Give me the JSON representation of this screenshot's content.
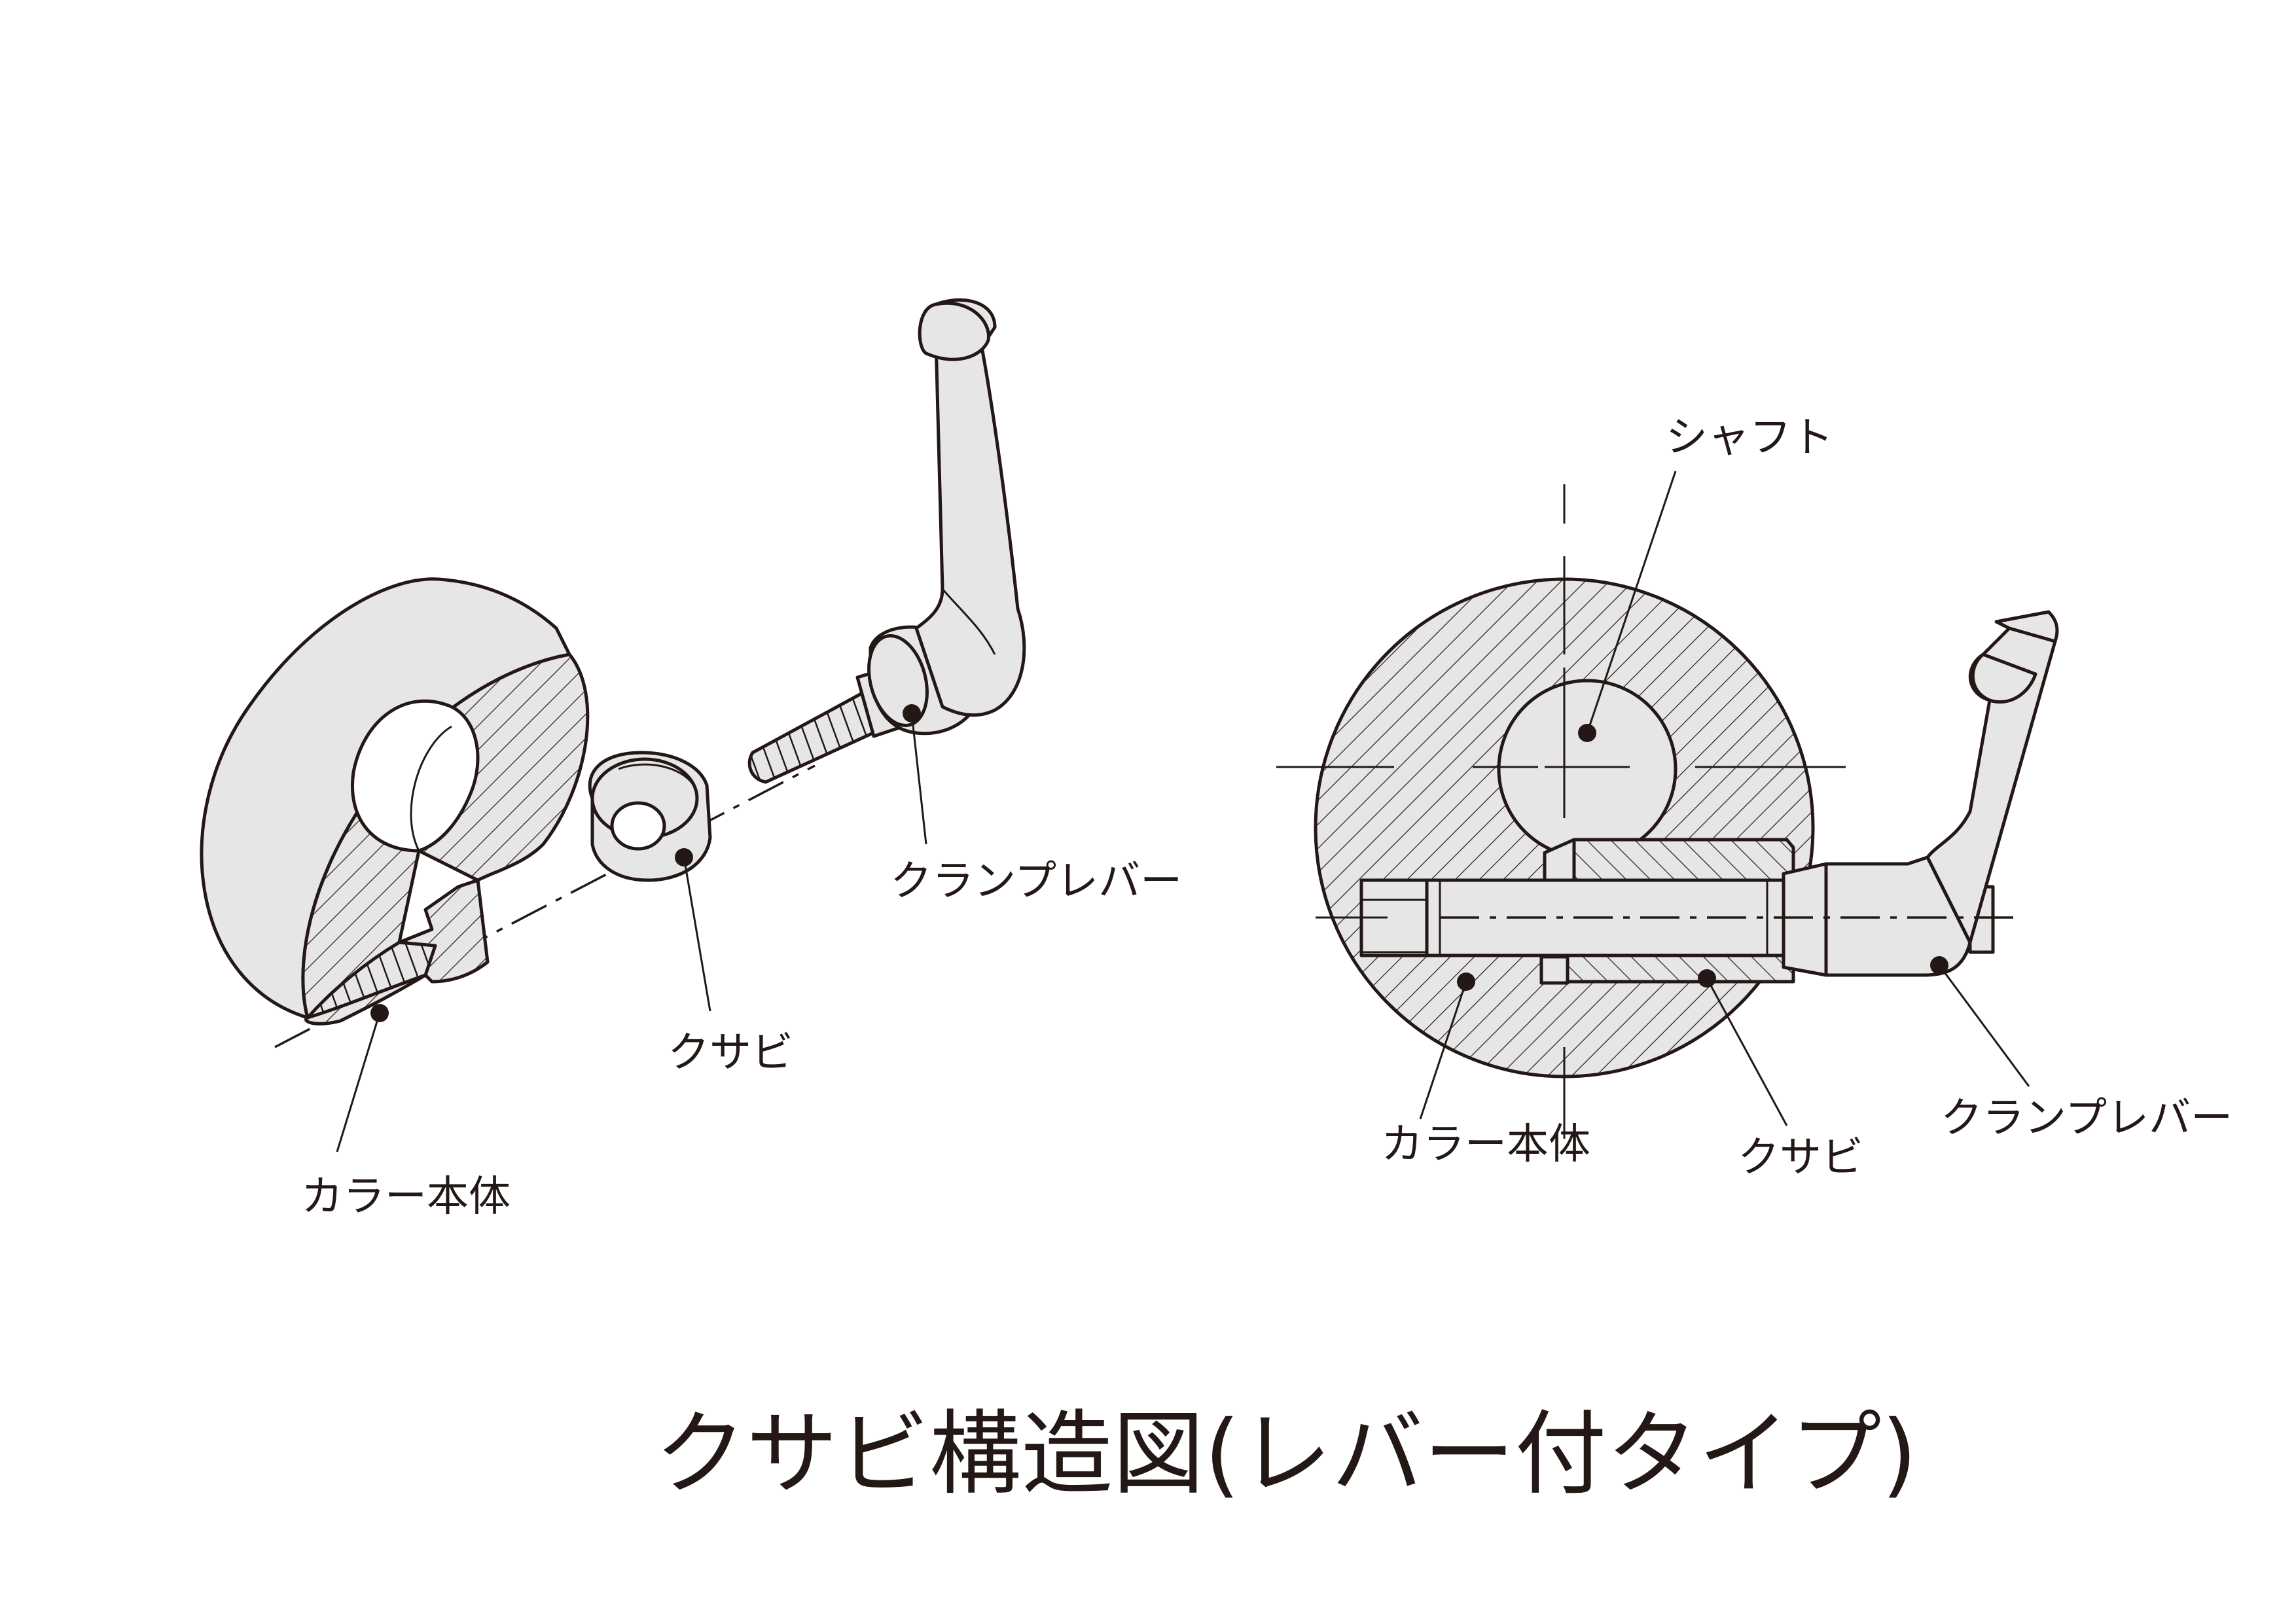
{
  "caption": "クサビ構造図(レバー付タイプ)",
  "labels": {
    "left_collar": "カラー本体",
    "left_wedge": "クサビ",
    "left_lever": "クランプレバー",
    "right_shaft": "シャフト",
    "right_collar": "カラー本体",
    "right_wedge": "クサビ",
    "right_lever": "クランプレバー"
  },
  "colors": {
    "part_fill": "#e6e6e7",
    "line": "#231815",
    "background": "#ffffff"
  }
}
